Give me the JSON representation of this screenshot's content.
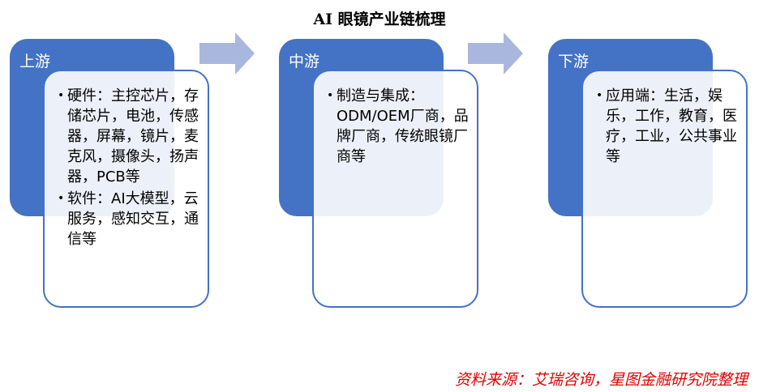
{
  "title": "AI 眼镜产业链梳理",
  "stages": [
    {
      "label": "上游",
      "items": [
        "硬件：主控芯片，存储芯片，电池，传感器，屏幕，镜片，麦克风，摄像头，扬声器，PCB等",
        "软件：AI大模型，云服务，感知交互，通信等"
      ]
    },
    {
      "label": "中游",
      "items": [
        "制造与集成：ODM/OEM厂商，品牌厂商，传统眼镜厂商等"
      ]
    },
    {
      "label": "下游",
      "items": [
        "应用端：生活，娱乐，工作，教育，医疗，工业，公共事业等"
      ]
    }
  ],
  "source": "资料来源：艾瑞咨询，星图金融研究院整理",
  "colors": {
    "primary": "#4472C4",
    "arrow": "#A9B7DE",
    "source": "#E00000"
  }
}
